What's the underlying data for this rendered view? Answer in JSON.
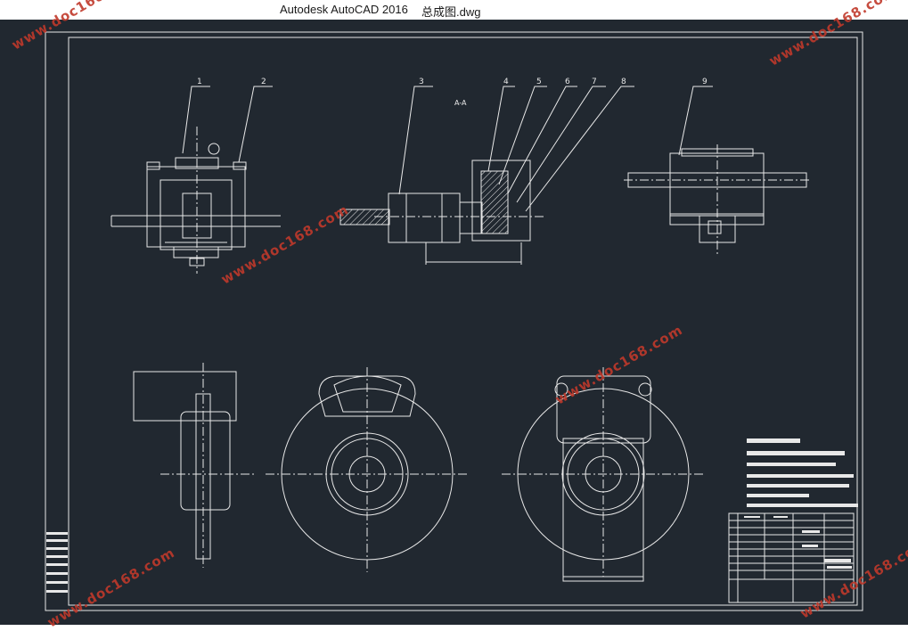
{
  "window": {
    "app_title": "Autodesk AutoCAD 2016",
    "file_name": "总成图.dwg"
  },
  "drawing": {
    "balloons": [
      "1",
      "2",
      "3",
      "4",
      "5",
      "6",
      "7",
      "8",
      "9"
    ],
    "section_label": "A-A"
  },
  "watermark": {
    "text": "www.doc168.com"
  },
  "colors": {
    "canvas_bg": "#212830",
    "line": "#e8e8e8",
    "watermark": "#c0392b"
  }
}
